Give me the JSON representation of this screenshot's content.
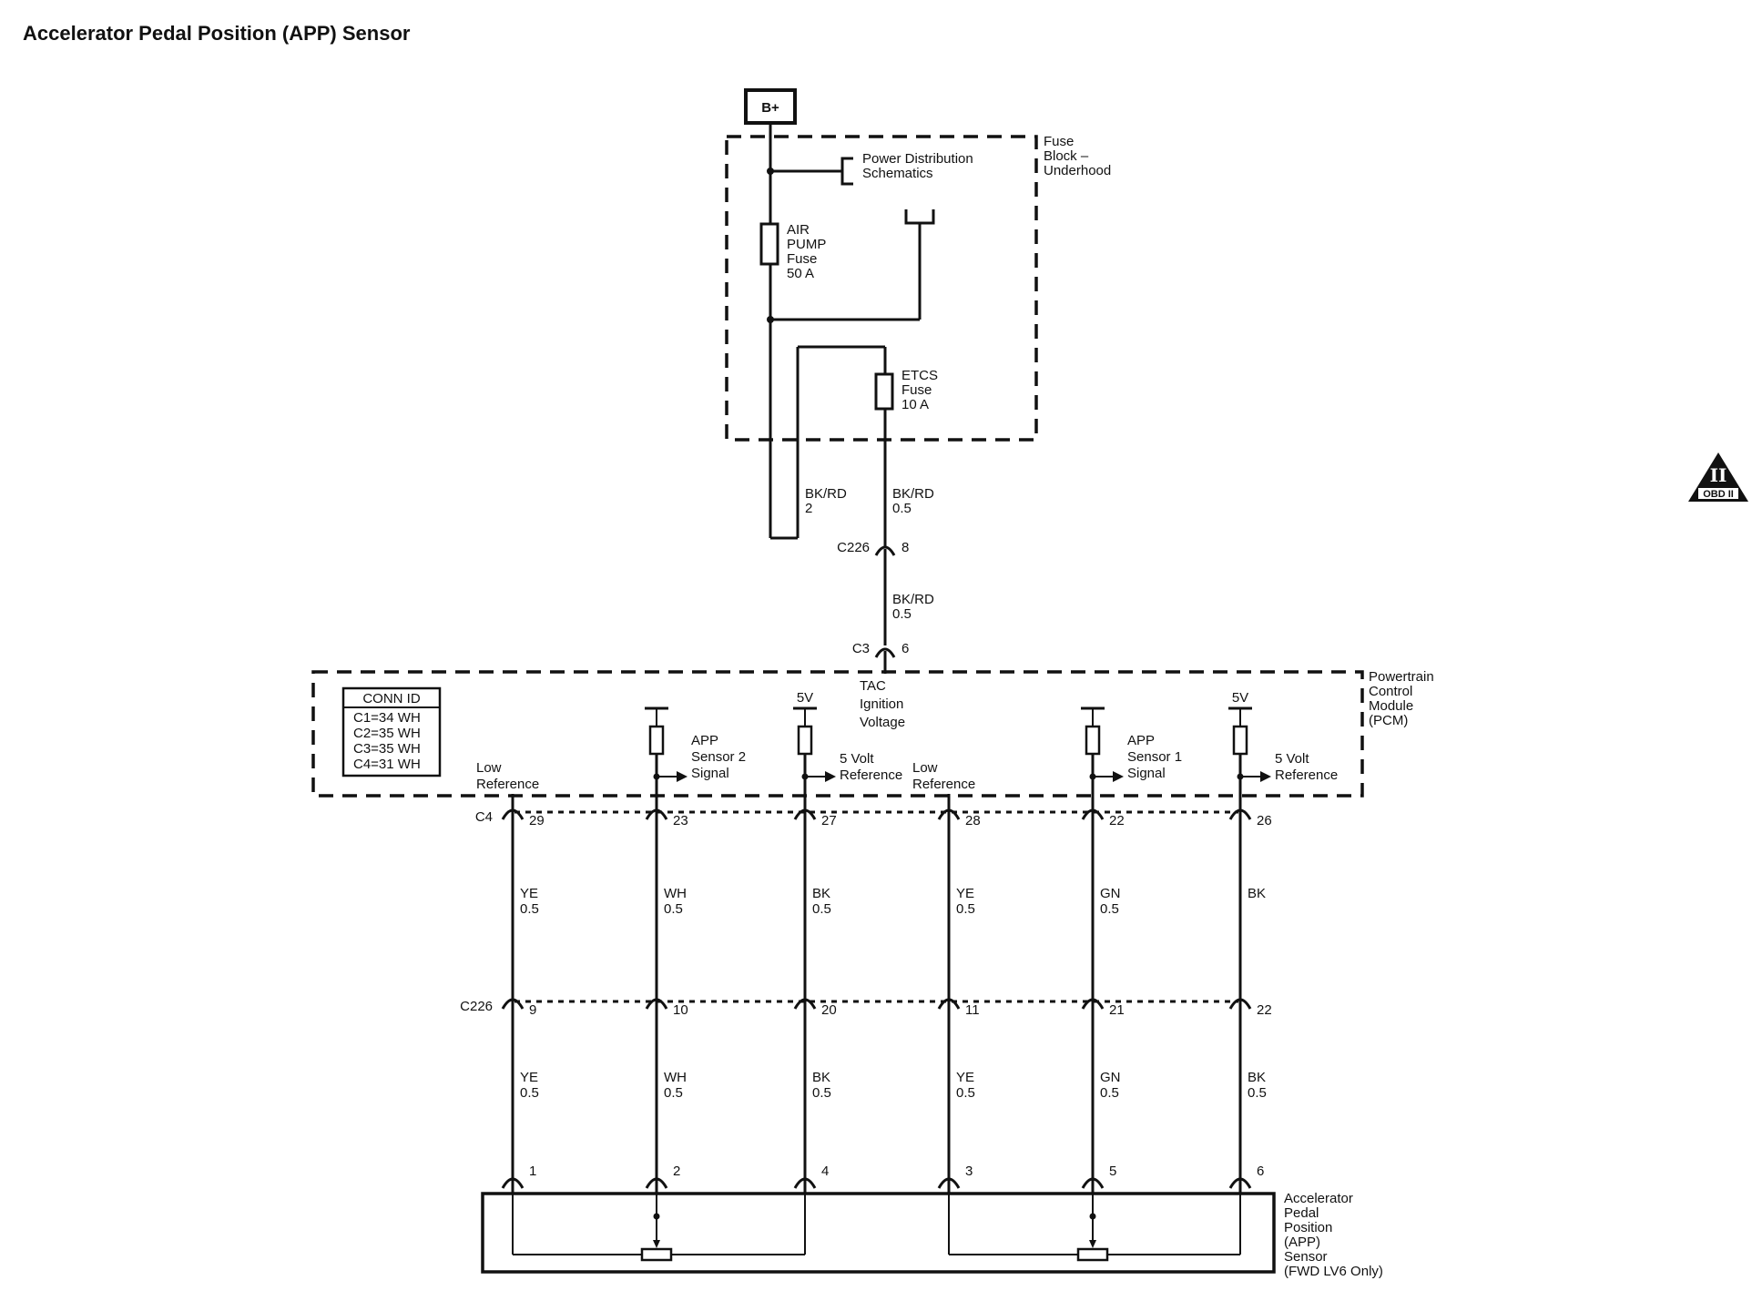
{
  "title": "Accelerator Pedal Position (APP) Sensor",
  "supply": "B+",
  "fuse_block": {
    "label_lines": [
      "Fuse",
      "Block –",
      "Underhood"
    ]
  },
  "power_dist": {
    "label_lines": [
      "Power Distribution",
      "Schematics"
    ]
  },
  "air_pump_fuse": {
    "label_lines": [
      "AIR",
      "PUMP",
      "Fuse",
      "50 A"
    ]
  },
  "etcs_fuse": {
    "label_lines": [
      "ETCS",
      "Fuse",
      "10 A"
    ]
  },
  "wire_top_left": {
    "color": "BK/RD",
    "gauge": "2"
  },
  "wire_top_right": {
    "color": "BK/RD",
    "gauge": "0.5"
  },
  "c226_top": {
    "name": "C226",
    "pin": "8"
  },
  "wire_mid": {
    "color": "BK/RD",
    "gauge": "0.5"
  },
  "c3": {
    "name": "C3",
    "pin": "6"
  },
  "tac": {
    "label_lines": [
      "TAC",
      "Ignition",
      "Voltage"
    ]
  },
  "pcm": {
    "label_lines": [
      "Powertrain",
      "Control",
      "Module",
      "(PCM)"
    ]
  },
  "conn_id": {
    "title": "CONN ID",
    "rows": [
      "C1=34 WH",
      "C2=35 WH",
      "C3=35 WH",
      "C4=31 WH"
    ]
  },
  "five_v": "5V",
  "c4_name": "C4",
  "c226_name": "C226",
  "circuits": [
    {
      "pcm_label": [
        "Low",
        "Reference"
      ],
      "pcm_pin": "29",
      "wire1": [
        "YE",
        "0.5"
      ],
      "c226_pin": "9",
      "wire2": [
        "YE",
        "0.5"
      ],
      "sensor_pin": "1"
    },
    {
      "pcm_label": [
        "APP",
        "Sensor 2",
        "Signal"
      ],
      "pcm_pin": "23",
      "wire1": [
        "WH",
        "0.5"
      ],
      "c226_pin": "10",
      "wire2": [
        "WH",
        "0.5"
      ],
      "sensor_pin": "2"
    },
    {
      "pcm_label": [
        "5 Volt",
        "Reference"
      ],
      "pcm_pin": "27",
      "wire1": [
        "BK",
        "0.5"
      ],
      "c226_pin": "20",
      "wire2": [
        "BK",
        "0.5"
      ],
      "sensor_pin": "4"
    },
    {
      "pcm_label": [
        "Low",
        "Reference"
      ],
      "pcm_pin": "28",
      "wire1": [
        "YE",
        "0.5"
      ],
      "c226_pin": "11",
      "wire2": [
        "YE",
        "0.5"
      ],
      "sensor_pin": "3"
    },
    {
      "pcm_label": [
        "APP",
        "Sensor 1",
        "Signal"
      ],
      "pcm_pin": "22",
      "wire1": [
        "GN",
        "0.5"
      ],
      "c226_pin": "21",
      "wire2": [
        "GN",
        "0.5"
      ],
      "sensor_pin": "5"
    },
    {
      "pcm_label": [
        "5 Volt",
        "Reference"
      ],
      "pcm_pin": "26",
      "wire1": [
        "BK",
        ""
      ],
      "c226_pin": "22",
      "wire2": [
        "BK",
        "0.5"
      ],
      "sensor_pin": "6"
    }
  ],
  "sensor": {
    "label_lines": [
      "Accelerator",
      "Pedal",
      "Position",
      "(APP)",
      "Sensor",
      "(FWD LV6 Only)"
    ]
  },
  "obd_badge": {
    "roman": "II",
    "text": "OBD II"
  }
}
